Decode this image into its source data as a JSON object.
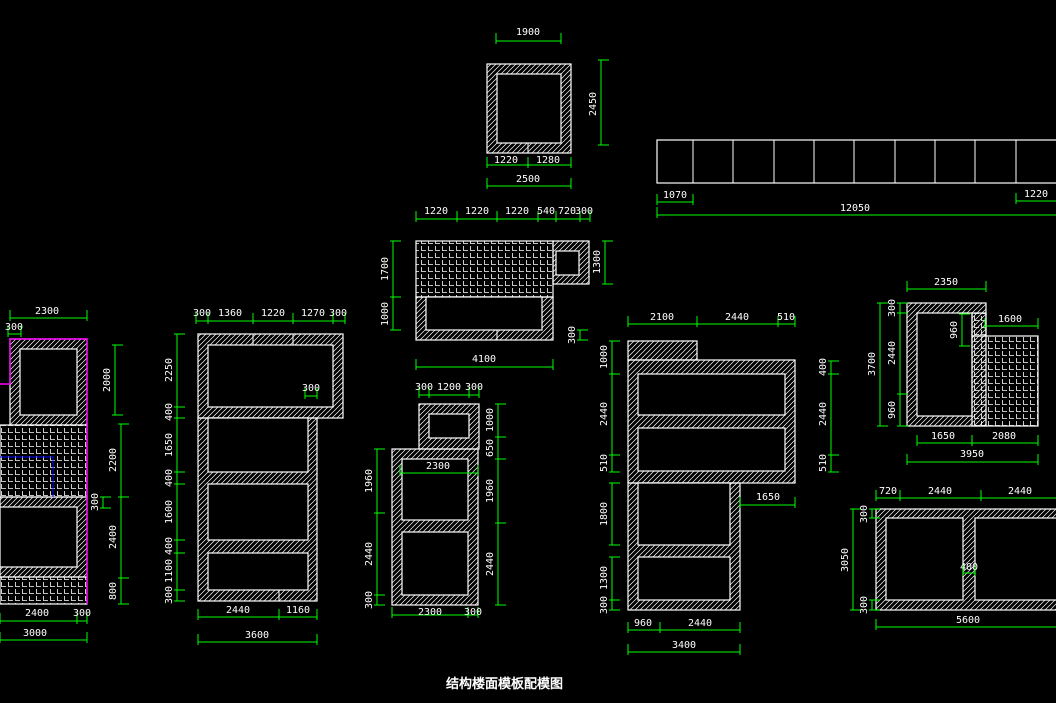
{
  "title": "结构楼面模板配模图",
  "colors": {
    "background": "#000000",
    "lines": "#ffffff",
    "dimensions": "#00ff00",
    "highlight": "#ff00ff",
    "grid_divider": "#0000ff"
  },
  "drawings": {
    "a": {
      "dims": [
        "1900",
        "2450",
        "1220",
        "1280",
        "2500"
      ]
    },
    "b": {
      "dims": [
        "1070",
        "12050",
        "1220"
      ]
    },
    "c": {
      "dims": [
        "1220",
        "1220",
        "1220",
        "540",
        "720",
        "300",
        "1700",
        "1000",
        "4100",
        "1300",
        "300"
      ]
    },
    "d": {
      "dims": [
        "300",
        "1200",
        "300",
        "1960",
        "2440",
        "300",
        "1000",
        "650",
        "1960",
        "2440",
        "2300",
        "2300",
        "300"
      ]
    },
    "e": {
      "dims": [
        "2300",
        "300",
        "2000",
        "2200",
        "300",
        "2400",
        "800",
        "2400",
        "300",
        "3000"
      ]
    },
    "f": {
      "dims": [
        "300",
        "1360",
        "1220",
        "1270",
        "300",
        "2250",
        "400",
        "1650",
        "400",
        "1600",
        "400",
        "1100",
        "300",
        "300",
        "2440",
        "1160",
        "3600"
      ]
    },
    "g": {
      "dims": [
        "2100",
        "2440",
        "510",
        "1000",
        "2440",
        "510",
        "1800",
        "1300",
        "300",
        "400",
        "2440",
        "510",
        "1650",
        "960",
        "2440",
        "3400"
      ]
    },
    "h": {
      "dims": [
        "2350",
        "3700",
        "300",
        "2440",
        "960",
        "960",
        "1600",
        "1650",
        "2080",
        "3950"
      ]
    },
    "i": {
      "dims": [
        "720",
        "2440",
        "2440",
        "3050",
        "300",
        "300",
        "400",
        "5600"
      ]
    }
  }
}
